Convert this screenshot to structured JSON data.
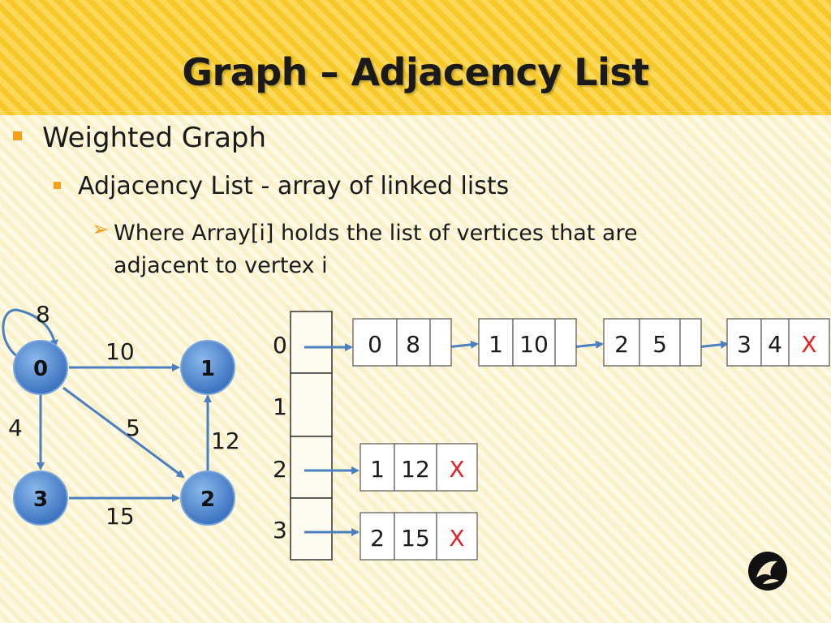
{
  "title": "Graph – Adjacency List",
  "bullets": {
    "level1": "Weighted Graph",
    "level2": "Adjacency List - array of linked lists",
    "level3": "Where Array[i] holds the list of vertices that are adjacent to vertex i"
  },
  "graph": {
    "nodes": [
      "0",
      "1",
      "2",
      "3"
    ],
    "edge_weights": {
      "self_0": "8",
      "e01": "10",
      "e03": "4",
      "e02": "5",
      "e21": "12",
      "e32": "15"
    }
  },
  "array_indices": [
    "0",
    "1",
    "2",
    "3"
  ],
  "lists": {
    "row0": [
      [
        "0",
        "8",
        ""
      ],
      [
        "1",
        "10",
        ""
      ],
      [
        "2",
        "5",
        ""
      ],
      [
        "3",
        "4",
        "X"
      ]
    ],
    "row2": [
      [
        "1",
        "12",
        "X"
      ]
    ],
    "row3": [
      [
        "2",
        "15",
        "X"
      ]
    ]
  },
  "colors": {
    "node": "#4a86d0",
    "arrow": "#4a7fc0",
    "null": "#e02020",
    "bullet": "#f4a018"
  },
  "logo": "ucf-pegasus-icon"
}
